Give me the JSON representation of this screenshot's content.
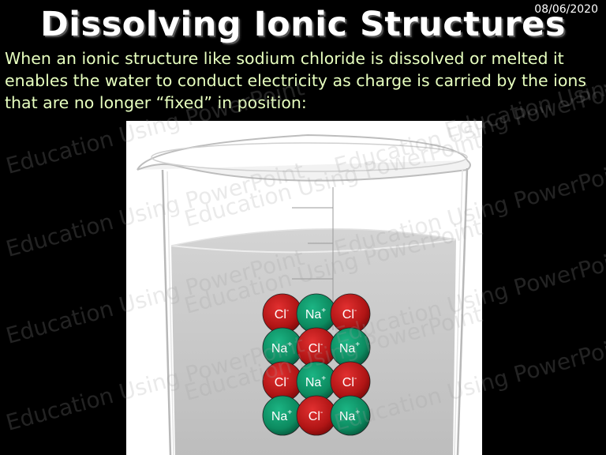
{
  "slide": {
    "title": "Dissolving Ionic Structures",
    "date": "08/06/2020",
    "intro": "When an ionic structure like sodium chloride is dissolved or melted it enables the water to conduct electricity as charge is carried by the ions that are no longer “fixed” in position:"
  },
  "watermark": "Education Using PowerPoint",
  "lattice": {
    "rows": [
      [
        "Cl-",
        "Na+",
        "Cl-"
      ],
      [
        "Na+",
        "Cl-",
        "Na+"
      ],
      [
        "Cl-",
        "Na+",
        "Cl-"
      ],
      [
        "Na+",
        "Cl-",
        "Na+"
      ]
    ],
    "ions": {
      "Cl-": {
        "symbol": "Cl",
        "charge": "-",
        "color": "#c01a1a"
      },
      "Na+": {
        "symbol": "Na",
        "charge": "+",
        "color": "#0e8f66"
      }
    }
  },
  "colors": {
    "background": "#000000",
    "title": "#ffffff",
    "text": "#e7ffbf",
    "water": "#c8c8c8"
  }
}
